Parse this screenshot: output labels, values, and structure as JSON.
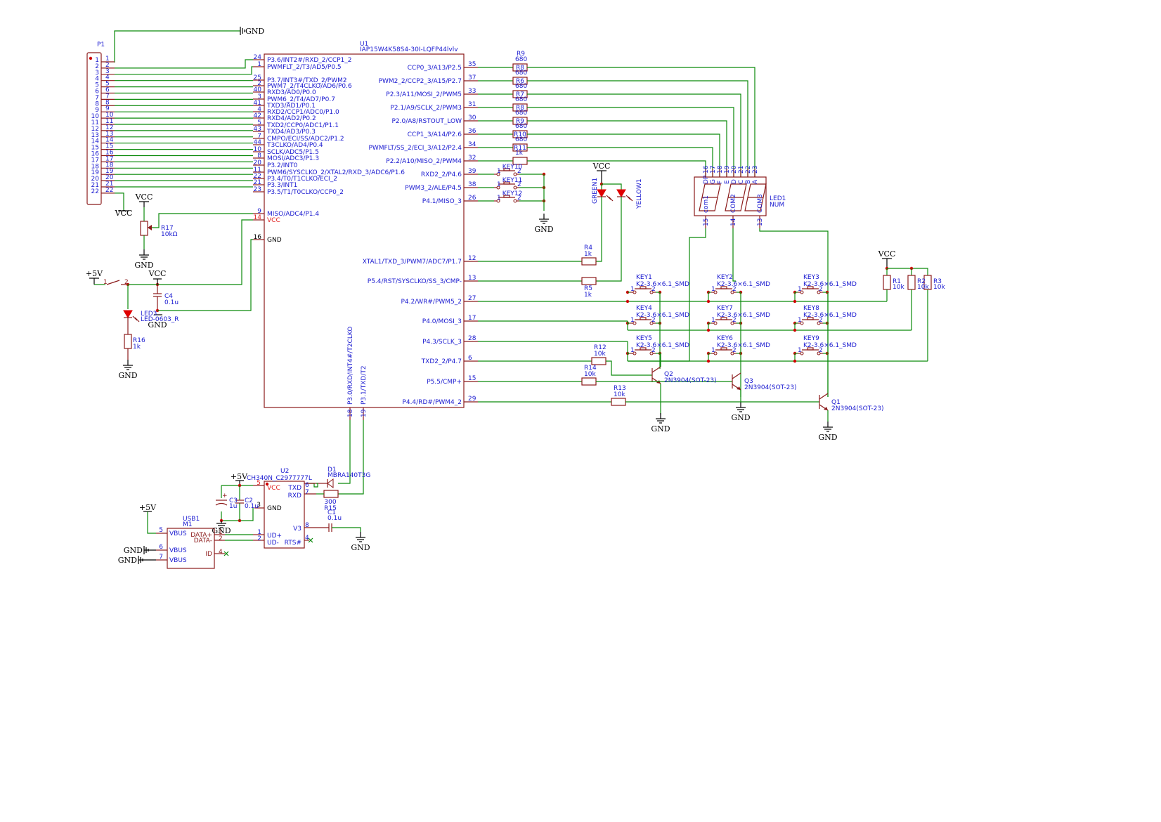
{
  "schematic": {
    "p1": {
      "ref": "P1",
      "pins": [
        "1",
        "2",
        "3",
        "4",
        "5",
        "6",
        "7",
        "8",
        "9",
        "10",
        "11",
        "12",
        "13",
        "14",
        "15",
        "16",
        "17",
        "18",
        "19",
        "20",
        "21",
        "22"
      ],
      "gnd_label": "GND",
      "vcc_label": "VCC"
    },
    "u1": {
      "ref": "U1",
      "value": "IAP15W4K58S4-30I-LQFP44lvlv",
      "left_pins": [
        {
          "num": "24",
          "name": "P3.6/INT2#/RXD_2/CCP1_2"
        },
        {
          "num": "1",
          "name": "PWMFLT_2/T3/AD5/P0.5"
        },
        {
          "num": "25",
          "name": "P3.7/INT3#/TXD_2/PWM2"
        },
        {
          "num": "2",
          "name": "PWM7_2/T4CLKO/AD6/P0.6"
        },
        {
          "num": "40",
          "name": "RXD3/AD0/P0.0"
        },
        {
          "num": "3",
          "name": "PWM6_2/T4/AD7/P0.7"
        },
        {
          "num": "41",
          "name": "TXD3/AD1/P0.1"
        },
        {
          "num": "4",
          "name": "RXD2/CCP1/ADC0/P1.0"
        },
        {
          "num": "42",
          "name": "RXD4/AD2/P0.2"
        },
        {
          "num": "5",
          "name": "TXD2/CCP0/ADC1/P1.1"
        },
        {
          "num": "43",
          "name": "TXD4/AD3/P0.3"
        },
        {
          "num": "7",
          "name": "CMPO/ECI/SS/ADC2/P1.2"
        },
        {
          "num": "44",
          "name": "T3CLKO/AD4/P0.4"
        },
        {
          "num": "10",
          "name": "SCLK/ADC5/P1.5"
        },
        {
          "num": "8",
          "name": "MOSI/ADC3/P1.3"
        },
        {
          "num": "20",
          "name": "P3.2/INT0"
        },
        {
          "num": "11",
          "name": "PWM6/SYSCLKO_2/XTAL2/RXD_3/ADC6/P1.6"
        },
        {
          "num": "22",
          "name": "P3.4/T0/T1CLKO/ECI_2"
        },
        {
          "num": "21",
          "name": "P3.3/INT1"
        },
        {
          "num": "23",
          "name": "P3.5/T1/T0CLKO/CCP0_2"
        }
      ],
      "misc_pins": [
        {
          "num": "9",
          "name": "MISO/ADC4/P1.4"
        },
        {
          "num": "14",
          "name": "VCC"
        },
        {
          "num": "16",
          "name": "GND"
        }
      ],
      "right_pins": [
        {
          "num": "35",
          "name": "CCP0_3/A13/P2.5"
        },
        {
          "num": "37",
          "name": "PWM2_2/CCP2_3/A15/P2.7"
        },
        {
          "num": "33",
          "name": "P2.3/A11/MOSI_2/PWM5"
        },
        {
          "num": "31",
          "name": "P2.1/A9/SCLK_2/PWM3"
        },
        {
          "num": "30",
          "name": "P2.0/A8/RSTOUT_LOW"
        },
        {
          "num": "36",
          "name": "CCP1_3/A14/P2.6"
        },
        {
          "num": "34",
          "name": "PWMFLT/SS_2/ECI_3/A12/P2.4"
        },
        {
          "num": "32",
          "name": "P2.2/A10/MISO_2/PWM4"
        },
        {
          "num": "39",
          "name": "RXD2_2/P4.6"
        },
        {
          "num": "38",
          "name": "PWM3_2/ALE/P4.5"
        },
        {
          "num": "26",
          "name": "P4.1/MISO_3"
        },
        {
          "num": "12",
          "name": "XTAL1/TXD_3/PWM7/ADC7/P1.7"
        },
        {
          "num": "13",
          "name": "P5.4/RST/SYSCLKO/SS_3/CMP-"
        },
        {
          "num": "27",
          "name": "P4.2/WR#/PWM5_2"
        },
        {
          "num": "17",
          "name": "P4.0/MOSI_3"
        },
        {
          "num": "28",
          "name": "P4.3/SCLK_3"
        },
        {
          "num": "6",
          "name": "TXD2_2/P4.7"
        },
        {
          "num": "15",
          "name": "P5.5/CMP+"
        },
        {
          "num": "29",
          "name": "P4.4/RD#/PWM4_2"
        }
      ],
      "bottom_pins": [
        {
          "num": "18",
          "name": "P3.0/RXD/INT4#/T2CLKO"
        },
        {
          "num": "19",
          "name": "P3.1/TXD/T2"
        }
      ]
    },
    "seg_resistors": [
      {
        "ref": "R8",
        "value": "680",
        "top_label": "R9"
      },
      {
        "ref": "R6",
        "value": "680"
      },
      {
        "ref": "R7",
        "value": "680"
      },
      {
        "ref": "R8",
        "value": "680"
      },
      {
        "ref": "R9",
        "value": "680"
      },
      {
        "ref": "R10",
        "value": "680"
      },
      {
        "ref": "R11",
        "value": "680"
      },
      {
        "ref": "",
        "value": "1k"
      }
    ],
    "small_keys": [
      "KEY10",
      "KEY11",
      "KEY12"
    ],
    "key_pin1": "1",
    "key_pin2": "2",
    "leds": {
      "green": "GREEN1",
      "yellow": "YELLOW1",
      "vcc": "VCC",
      "r4": {
        "ref": "R4",
        "value": "1k"
      },
      "r5": {
        "ref": "R5",
        "value": "1k"
      }
    },
    "display": {
      "ref": "LED1",
      "value": "NUM",
      "top_pins": [
        "16",
        "17",
        "18",
        "19",
        "20",
        "21",
        "22",
        "23"
      ],
      "segments": [
        "DP",
        "G",
        "F",
        "E",
        "D",
        "C",
        "B",
        "A"
      ],
      "bottom_pins": [
        {
          "num": "15",
          "name": "com1"
        },
        {
          "num": "14",
          "name": "COM2"
        },
        {
          "num": "13",
          "name": "COM3"
        }
      ]
    },
    "keypad": {
      "footprint": "K2-3.6×6.1_SMD",
      "keys": [
        [
          "KEY1",
          "KEY2",
          "KEY3"
        ],
        [
          "KEY4",
          "KEY7",
          "KEY8"
        ],
        [
          "KEY5",
          "KEY6",
          "KEY9"
        ]
      ],
      "pullups": [
        {
          "ref": "R1",
          "value": "10k"
        },
        {
          "ref": "R2",
          "value": "10k"
        },
        {
          "ref": "R3",
          "value": "10k"
        }
      ],
      "vcc": "VCC"
    },
    "transistors": [
      {
        "ref": "Q2",
        "value": "2N3904(SOT-23)",
        "base_res": {
          "ref": "R12",
          "value": "10k"
        }
      },
      {
        "ref": "Q3",
        "value": "2N3904(SOT-23)",
        "base_res": {
          "ref": "R14",
          "value": "10k"
        }
      },
      {
        "ref": "Q1",
        "value": "2N3904(SOT-23)",
        "base_res": {
          "ref": "R13",
          "value": "10k"
        }
      }
    ],
    "power": {
      "pot": {
        "ref": "R17",
        "value": "10kΩ"
      },
      "plus5v": "+5V",
      "switch_pins": [
        "1",
        "2"
      ],
      "c4": {
        "ref": "C4",
        "value": "0.1u"
      },
      "led3": {
        "ref": "LED3",
        "value": "LED-0603_R"
      },
      "r16": {
        "ref": "R16",
        "value": "1k"
      }
    },
    "usb_serial": {
      "u2": {
        "ref": "U2",
        "value": "CH340N_C2977777L"
      },
      "u2_pins": [
        {
          "num": "5",
          "name": "VCC"
        },
        {
          "num": "3",
          "name": "GND"
        },
        {
          "num": "1",
          "name": "UD+"
        },
        {
          "num": "2",
          "name": "UD-"
        },
        {
          "num": "6",
          "name": "TXD"
        },
        {
          "num": "7",
          "name": "RXD"
        },
        {
          "num": "8",
          "name": "V3"
        },
        {
          "num": "4",
          "name": "RTS#"
        }
      ],
      "d1": {
        "ref": "D1",
        "value": "MBRA140T3G"
      },
      "r15": {
        "ref": "R15",
        "value": "300"
      },
      "c1": {
        "ref": "C1",
        "value": "0.1u"
      },
      "c2": {
        "ref": "C2",
        "value": "0.1u"
      },
      "c3": {
        "ref": "C3",
        "value": "1u"
      },
      "usb1": {
        "ref": "USB1",
        "value": "M1"
      },
      "usb_pins": [
        {
          "num": "5",
          "name": "VBUS"
        },
        {
          "num": "6",
          "name": "VBUS"
        },
        {
          "num": "7",
          "name": "VBUS"
        },
        {
          "num": "1",
          "name": "DATA+"
        },
        {
          "num": "2",
          "name": "DATA-"
        },
        {
          "num": "4",
          "name": "ID"
        }
      ],
      "plus5v": "+5V",
      "gnd": "GND"
    },
    "gnd_label": "GND",
    "vcc_label": "VCC"
  }
}
